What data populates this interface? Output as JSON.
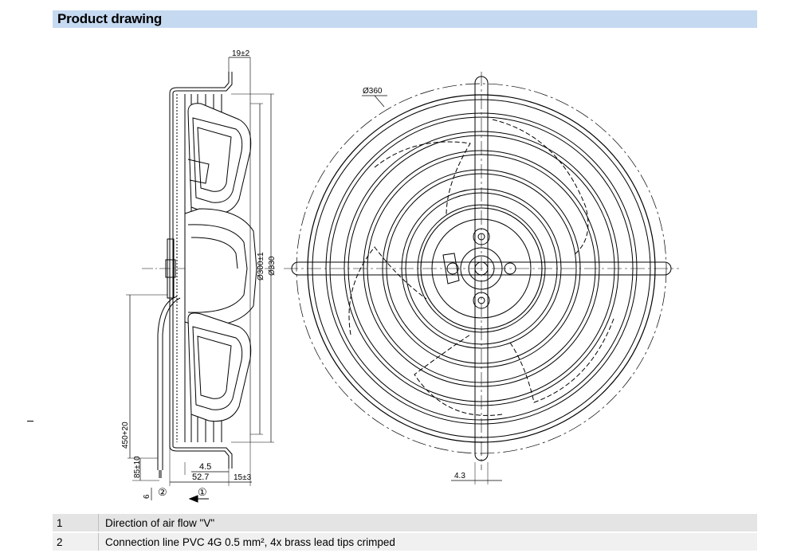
{
  "header": {
    "title": "Product drawing"
  },
  "side_view": {
    "dim_top": "19±2",
    "dim_d300": "Ø300±1",
    "dim_d330": "Ø330",
    "dim_450": "450+20",
    "dim_85": "85±10",
    "dim_6": "6",
    "dim_4_5": "4.5",
    "dim_52_7": "52.7",
    "dim_15": "15±3",
    "marker_1": "①",
    "marker_2": "②"
  },
  "front_view": {
    "dim_d360": "Ø360",
    "dim_4_3": "4.3"
  },
  "legend": [
    {
      "num": "1",
      "text": "Direction of air flow \"V\""
    },
    {
      "num": "2",
      "text": "Connection line PVC 4G 0.5 mm², 4x brass lead tips crimped"
    }
  ],
  "colors": {
    "header_bg": "#c5d9f1",
    "row_odd": "#e4e4e4",
    "row_even": "#f0f0f0"
  }
}
